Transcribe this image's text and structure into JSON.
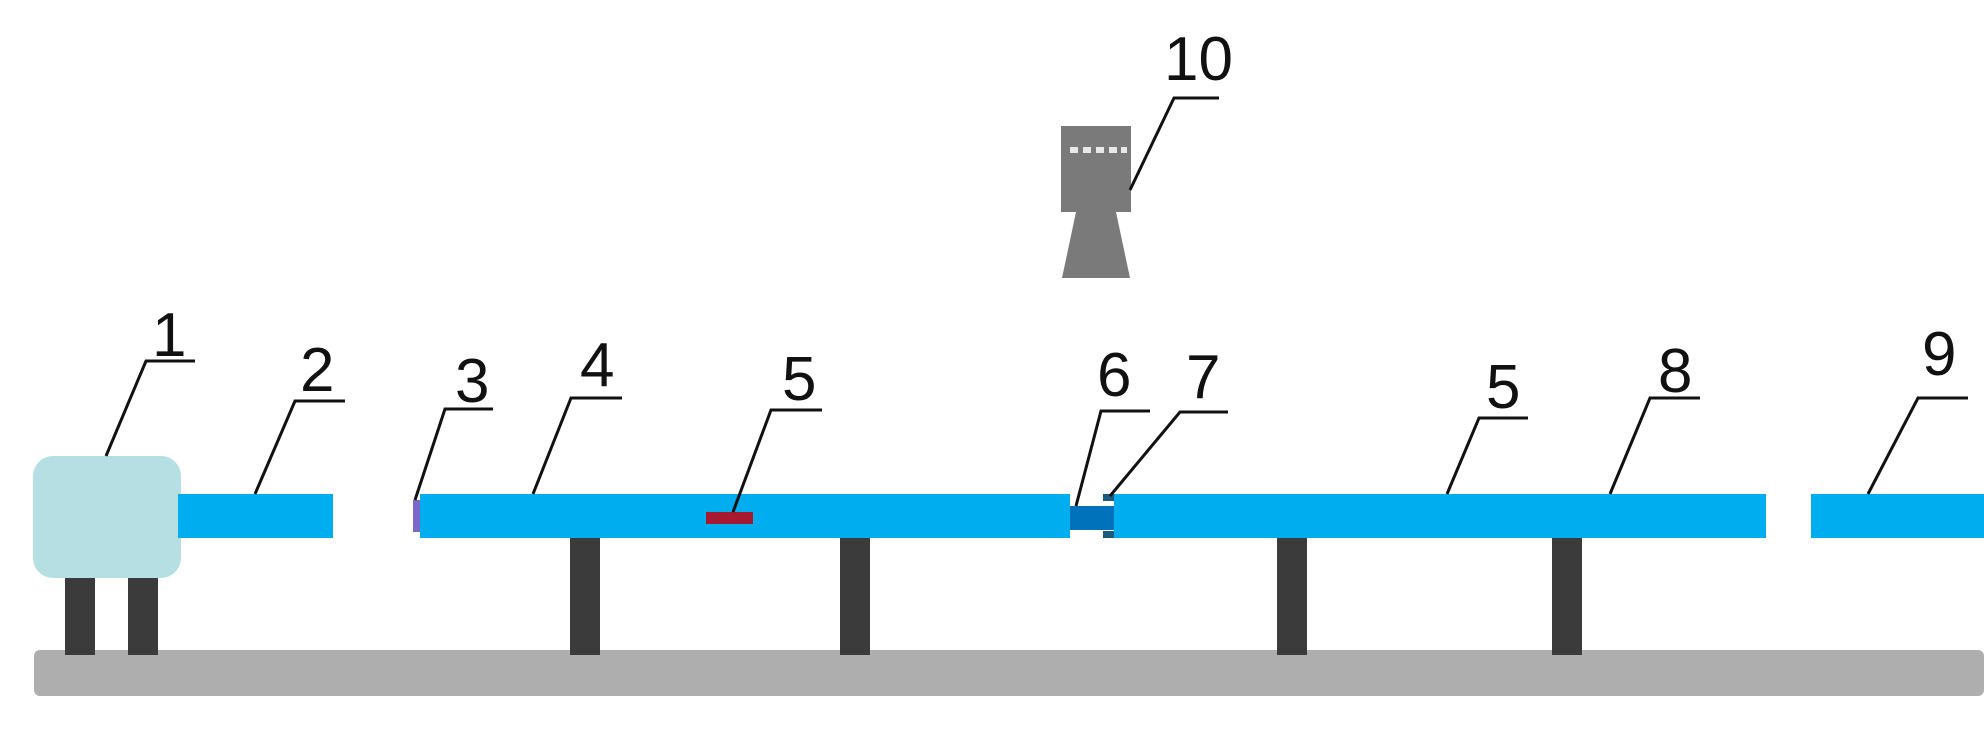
{
  "labels": [
    "1",
    "2",
    "3",
    "4",
    "5",
    "6",
    "7",
    "5",
    "8",
    "9",
    "10"
  ],
  "colors": {
    "tube": "#00aeef",
    "box": "#b6dfe3",
    "support": "#3b3b3b",
    "base": "#aeaeae",
    "marker": "#a6192e",
    "connector": "#0072bc",
    "end_cap": "#7b68c8",
    "camera": "#7a7a7a",
    "leader": "#111111"
  },
  "icons": {
    "component_10": "camera-icon"
  }
}
